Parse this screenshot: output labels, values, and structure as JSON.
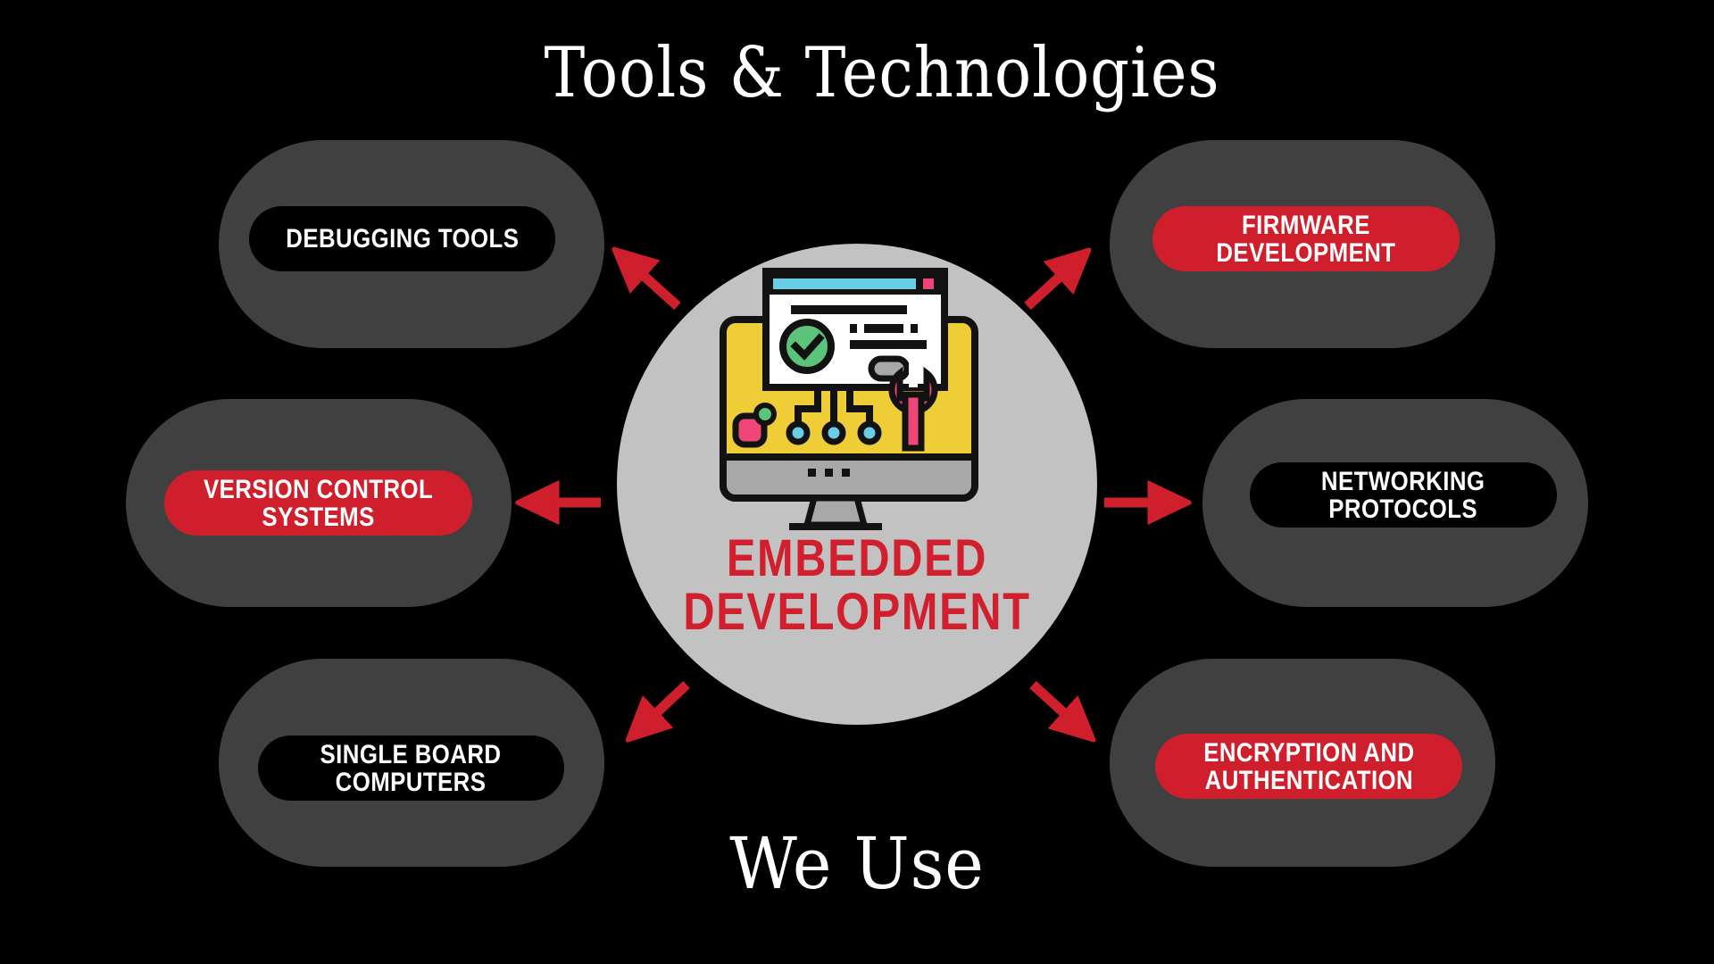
{
  "header": {
    "title": "Tools & Technologies"
  },
  "footer": {
    "subtitle": "We Use"
  },
  "hub": {
    "label": "EMBEDDED\nDEVELOPMENT",
    "icon": "monitor-circuit-wrench-icon",
    "fill": "#c2c2c2",
    "label_color": "#d11f2d"
  },
  "colors": {
    "background": "#000000",
    "card": "#404040",
    "accent_red": "#cf1f2d",
    "chip_dark": "#000000",
    "text": "#ffffff",
    "arrow": "#cf1f2d"
  },
  "nodes": [
    {
      "id": "debugging-tools",
      "label": "DEBUGGING TOOLS",
      "chip_style": "dark",
      "position": "top-left"
    },
    {
      "id": "firmware-development",
      "label": "FIRMWARE\nDEVELOPMENT",
      "chip_style": "red",
      "position": "top-right"
    },
    {
      "id": "version-control-systems",
      "label": "VERSION CONTROL\nSYSTEMS",
      "chip_style": "red",
      "position": "middle-left"
    },
    {
      "id": "networking-protocols",
      "label": "NETWORKING\nPROTOCOLS",
      "chip_style": "dark",
      "position": "middle-right"
    },
    {
      "id": "single-board-computers",
      "label": "SINGLE BOARD\nCOMPUTERS",
      "chip_style": "dark",
      "position": "bottom-left"
    },
    {
      "id": "encryption-and-authentication",
      "label": "ENCRYPTION AND\nAUTHENTICATION",
      "chip_style": "red",
      "position": "bottom-right"
    }
  ],
  "edges": [
    {
      "from": "hub",
      "to": "debugging-tools",
      "icon": "arrow-up-left-icon"
    },
    {
      "from": "hub",
      "to": "firmware-development",
      "icon": "arrow-up-right-icon"
    },
    {
      "from": "hub",
      "to": "version-control-systems",
      "icon": "arrow-left-icon"
    },
    {
      "from": "hub",
      "to": "networking-protocols",
      "icon": "arrow-right-icon"
    },
    {
      "from": "hub",
      "to": "single-board-computers",
      "icon": "arrow-down-left-icon"
    },
    {
      "from": "hub",
      "to": "encryption-and-authentication",
      "icon": "arrow-down-right-icon"
    }
  ]
}
